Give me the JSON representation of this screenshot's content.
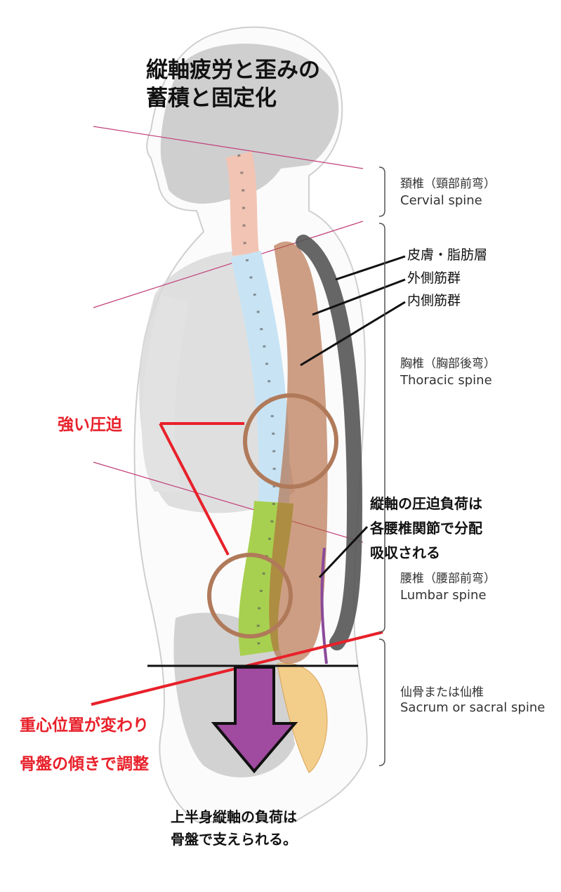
{
  "title": [
    "縦軸疲労と歪みの",
    "蓄積と固定化"
  ],
  "regions": {
    "cervical": {
      "jp": "頚椎（頸部前弯）",
      "en": "Cervial spine"
    },
    "thoracic": {
      "jp": "胸椎（胸部後弯）",
      "en": "Thoracic spine"
    },
    "lumbar": {
      "jp": "腰椎（腰部前弯）",
      "en": "Lumbar spine"
    },
    "sacrum": {
      "jp": "仙骨または仙椎",
      "en": "Sacrum or sacral spine"
    }
  },
  "layers": [
    "皮膚・脂肪層",
    "外側筋群",
    "内側筋群"
  ],
  "compression_label": "強い圧迫",
  "lumbar_note": [
    "縦軸の圧迫負荷は",
    "各腰椎関節で分配",
    "吸収される"
  ],
  "pelvis_note": [
    "重心位置が変わり",
    "骨盤の傾きで調整"
  ],
  "support_note": [
    "上半身縦軸の負荷は",
    "骨盤で支えられる。"
  ],
  "colors": {
    "cervical": "#f2c4b4",
    "thoracic": "#c8e4f4",
    "lumbar": "#a8d050",
    "sacrum": "#f3cd8a",
    "muscle": "#b0643a",
    "arrow": "#a04aa0",
    "red": "#e8202a"
  }
}
